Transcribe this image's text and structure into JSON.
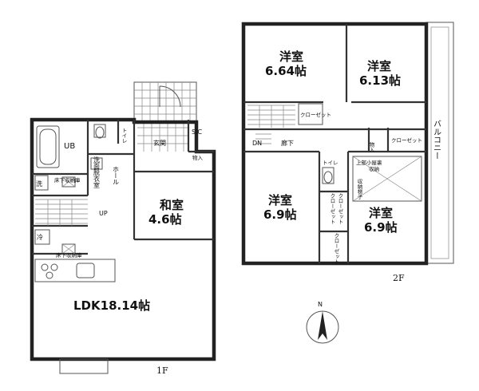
{
  "floor1": {
    "label": "1F",
    "rooms": {
      "ldk": "LDK18.14帖",
      "washitsu_name": "和室",
      "washitsu_size": "4.6帖",
      "genkan": "玄関",
      "hall": "ホール",
      "toilet": "トイレ",
      "ub": "UB",
      "senmen": "洗面脱衣室",
      "wash": "洗",
      "storage": "床下収納庫",
      "storage2": "床下収納庫",
      "fridge": "冷",
      "up": "UP",
      "sic": "SIC",
      "closet": "物入"
    }
  },
  "floor2": {
    "label": "2F",
    "rooms": {
      "r1_name": "洋室",
      "r1_size": "6.64帖",
      "r2_name": "洋室",
      "r2_size": "6.13帖",
      "r3_name": "洋室",
      "r3_size": "6.9帖",
      "r4_name": "洋室",
      "r4_size": "6.9帖",
      "balcony": "バルコニー",
      "corridor": "廊下",
      "dn": "DN",
      "toilet": "トイレ",
      "closet": "物入",
      "cl1": "クローゼット",
      "cl2": "クローゼット",
      "cl3": "クローゼット",
      "cl4": "クローゼット",
      "cl5": "クローゼット",
      "attic1": "上部小屋裏",
      "attic2": "収納",
      "ladder": "収納梯子"
    }
  },
  "compass": "N"
}
